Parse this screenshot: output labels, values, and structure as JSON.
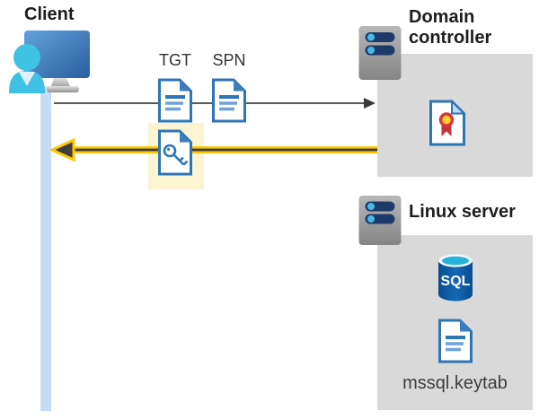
{
  "diagram": {
    "client": {
      "label": "Client"
    },
    "tickets": {
      "tgt_label": "TGT",
      "spn_label": "SPN"
    },
    "domain_controller": {
      "label": "Domain controller"
    },
    "linux_server": {
      "label": "Linux server",
      "sql_label": "SQL",
      "keytab_label": "mssql.keytab"
    },
    "colors": {
      "box_gray": "#d9d9d9",
      "request_arrow_gray": "#595959",
      "response_arrow_yellow": "#ffc800",
      "highlight_yellow": "#fcf5d1",
      "document_blue": "#2e75b6",
      "document_fold_light": "#bdd7ee",
      "client_lifeline_blue": "#c5dcf7",
      "server_bar_navy": "#1e3a68",
      "server_dot_cyan": "#47bae9",
      "sql_body_blue": "#0e5aa7",
      "sql_top_cyan": "#29b2d8",
      "certificate_red": "#d8373c",
      "certificate_yellow": "#ffd02e",
      "person_cyan": "#3fc1e3"
    }
  }
}
